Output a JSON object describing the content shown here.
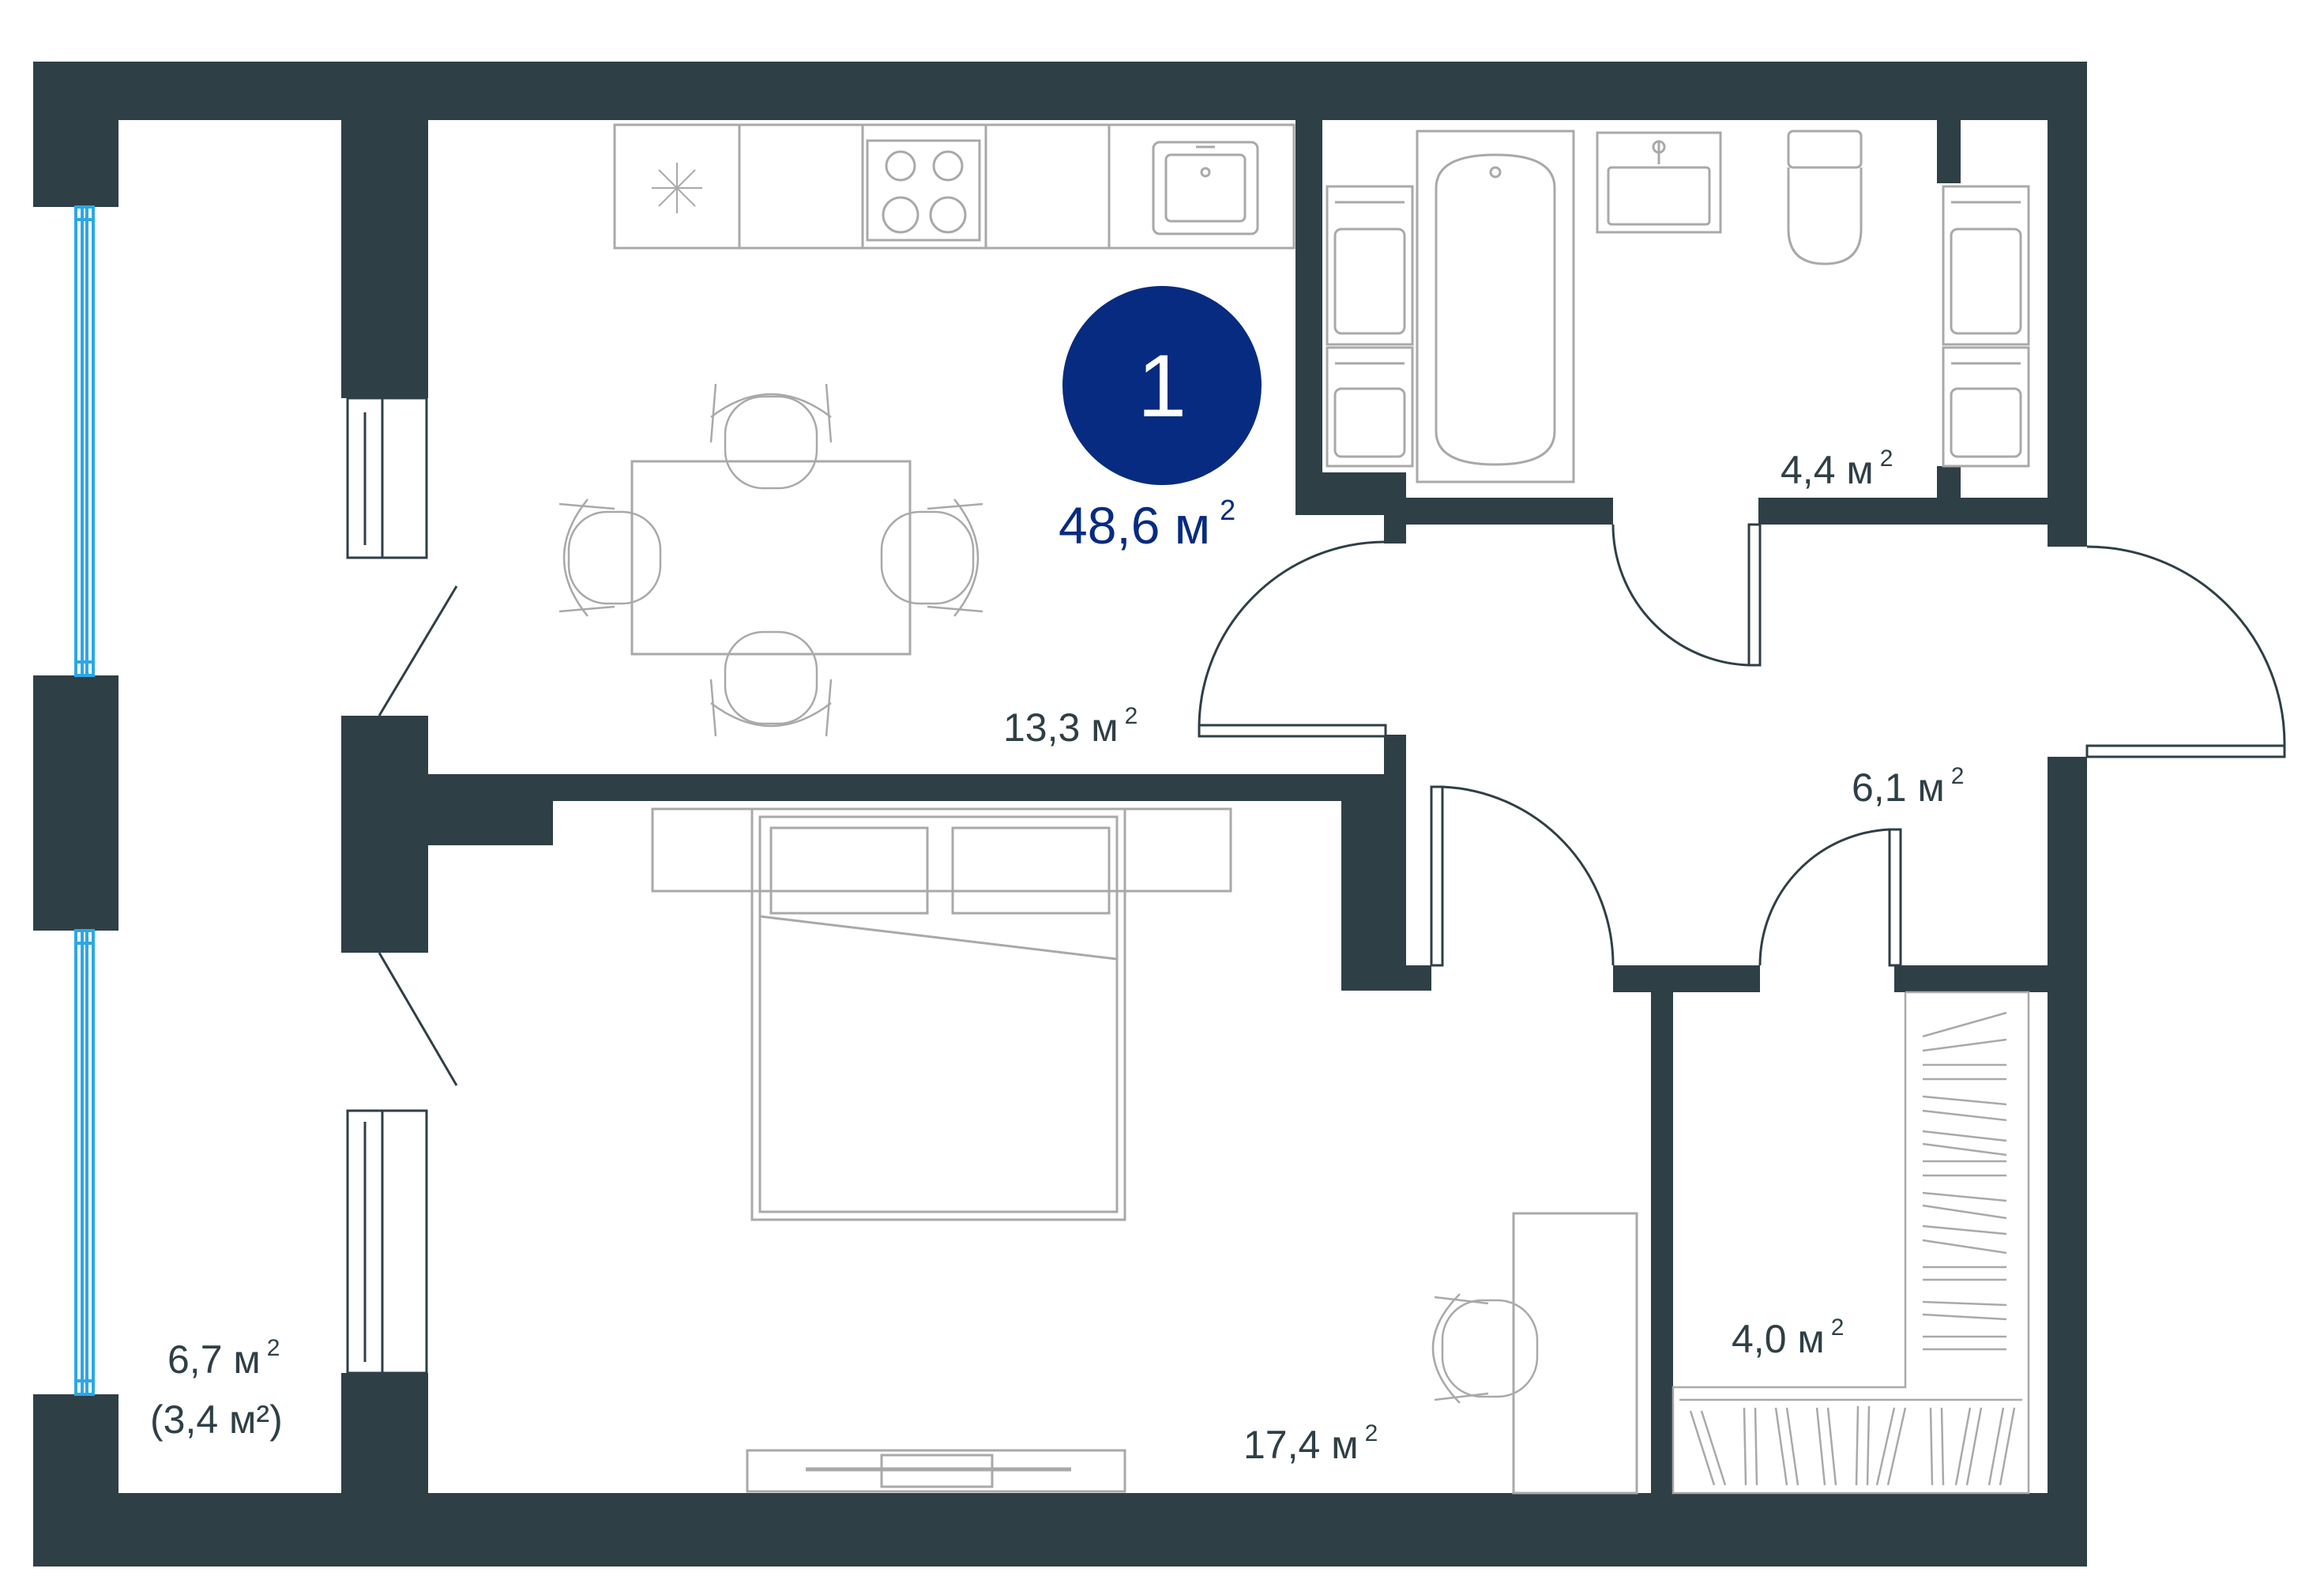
{
  "plan": {
    "unit_number": "1",
    "total_area": {
      "value": "48,6 м",
      "exp": "2"
    },
    "rooms": [
      {
        "id": "kitchen",
        "value": "13,3 м",
        "exp": "2"
      },
      {
        "id": "bathroom",
        "value": "4,4 м",
        "exp": "2"
      },
      {
        "id": "hallway",
        "value": "6,1 м",
        "exp": "2"
      },
      {
        "id": "bedroom",
        "value": "17,4 м",
        "exp": "2"
      },
      {
        "id": "wardrobe",
        "value": "4,0 м",
        "exp": "2"
      },
      {
        "id": "loggia",
        "value": "6,7 м",
        "exp": "2",
        "extra": "(3,4 м²)"
      }
    ]
  },
  "colors": {
    "wall": "#2f3f46",
    "furniture": "#a9a9a9",
    "accent": "#062b80",
    "window": "#2aa8e6",
    "text": "#2f3f46"
  }
}
